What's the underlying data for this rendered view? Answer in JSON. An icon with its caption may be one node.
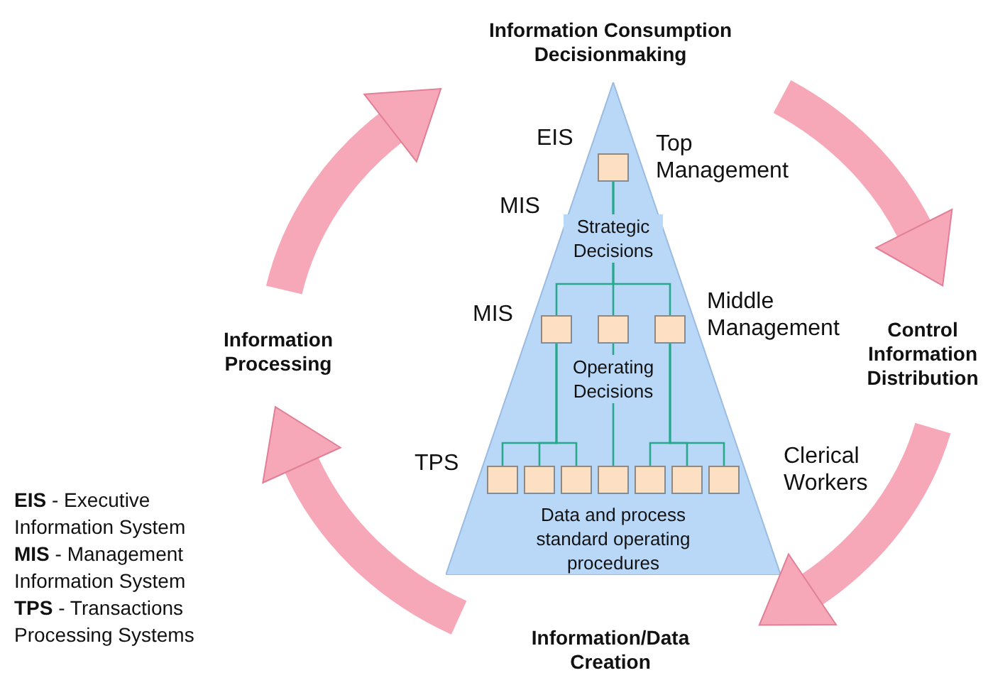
{
  "diagram": {
    "nodes": [
      {
        "text": [
          "Information Consumption Decisionmaking"
        ]
      },
      {
        "text": [],
        "shape": "triangle"
      },
      {
        "text": [],
        "shape": "box",
        "in": 1
      },
      {
        "text": [],
        "shape": "box",
        "in": 1
      },
      {
        "text": [],
        "shape": "box",
        "in": 1
      },
      {
        "text": [],
        "shape": "box",
        "in": 1
      },
      {
        "text": [],
        "shape": "box",
        "in": 1
      },
      {
        "text": [],
        "shape": "box",
        "in": 1
      },
      {
        "text": [],
        "shape": "box",
        "in": 1
      },
      {
        "text": [],
        "shape": "box",
        "in": 1
      },
      {
        "text": [],
        "shape": "box",
        "in": 1
      },
      {
        "text": [],
        "shape": "box",
        "in": 1
      },
      {
        "text": [],
        "shape": "box",
        "in": 1
      },
      {
        "text": [
          "Information Processing"
        ]
      },
      {
        "text": [
          "Control Information Distribution"
        ]
      },
      {
        "text": [
          "Information/Data Creation"
        ]
      }
    ],
    "edges": [
      {
        "from": 0,
        "to": 14,
        "arrow": "to",
        "style": "thick",
        "color": "#f7a8b8"
      },
      {
        "from": 14,
        "to": 15,
        "arrow": "to",
        "style": "thick",
        "color": "#f7a8b8"
      },
      {
        "from": 15,
        "to": 13,
        "arrow": "to",
        "style": "thick",
        "color": "#f7a8b8"
      },
      {
        "from": 13,
        "to": 0,
        "arrow": "to",
        "style": "thick",
        "color": "#f7a8b8"
      },
      {
        "from": 2,
        "to": 3,
        "arrow": "none"
      },
      {
        "from": 2,
        "to": 4,
        "arrow": "none"
      },
      {
        "from": 2,
        "to": 5,
        "arrow": "none"
      },
      {
        "from": 3,
        "to": 6,
        "arrow": "none"
      },
      {
        "from": 3,
        "to": 7,
        "arrow": "none"
      },
      {
        "from": 3,
        "to": 8,
        "arrow": "none"
      },
      {
        "from": 4,
        "to": 9,
        "arrow": "none"
      },
      {
        "from": 5,
        "to": 10,
        "arrow": "none"
      },
      {
        "from": 5,
        "to": 11,
        "arrow": "none"
      },
      {
        "from": 5,
        "to": 12,
        "arrow": "none"
      }
    ],
    "labels": [
      "EIS",
      "Top Management",
      "MIS",
      "Strategic Decisions",
      "MIS",
      "Middle Management",
      "Operating Decisions",
      "TPS",
      "Clerical Workers",
      "Data and process standard operating procedures",
      "**EIS** - Executive Information System",
      "**MIS** - Management Information System",
      "**TPS** - Transactions Processing Systems"
    ]
  }
}
